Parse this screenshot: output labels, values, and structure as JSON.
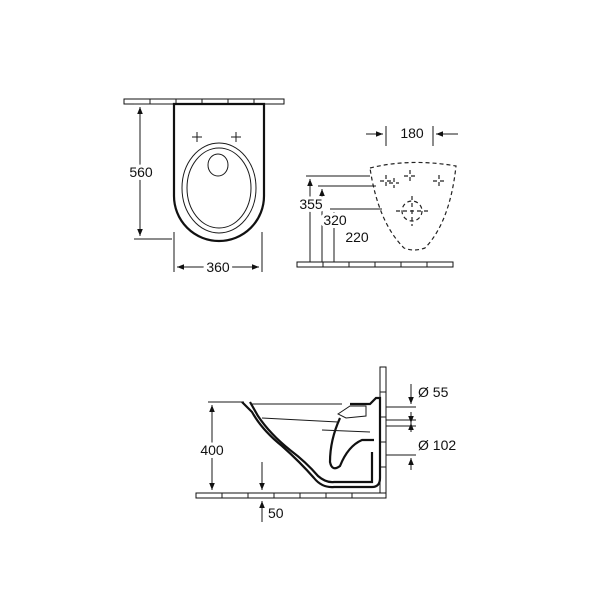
{
  "front_view": {
    "height_label": "560",
    "width_label": "360"
  },
  "side_view": {
    "spacing_label": "180",
    "height_355": "355",
    "height_320": "320",
    "height_220": "220"
  },
  "section_view": {
    "height_label": "400",
    "offset_label": "50",
    "inlet_label": "Ø 55",
    "outlet_label": "Ø 102"
  }
}
